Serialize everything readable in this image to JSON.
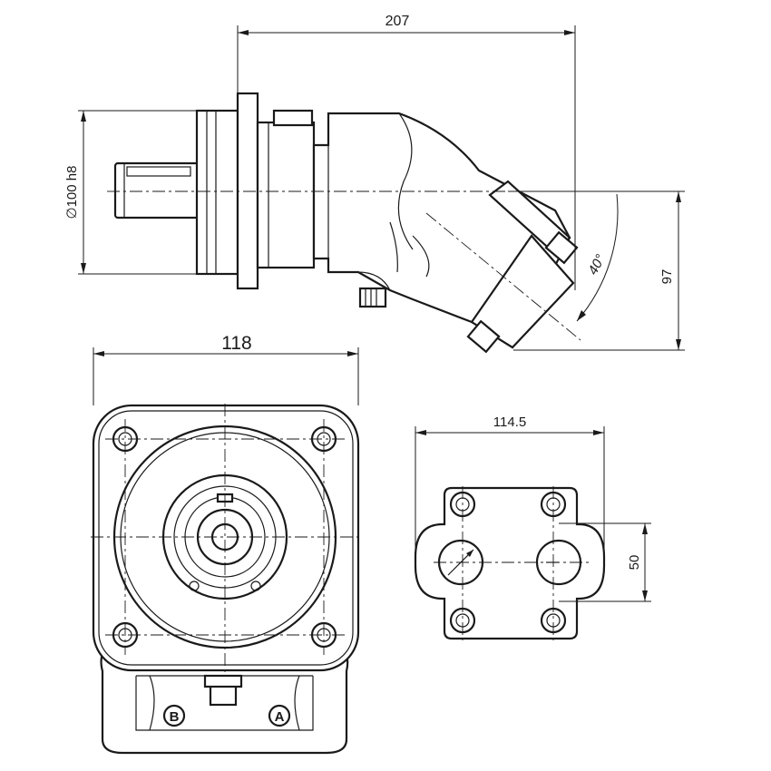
{
  "dimensions": {
    "overall_length": "207",
    "flange_diameter": "∅100 h8",
    "angle": "40°",
    "height": "97",
    "front_width": "118",
    "port_plate_width": "114.5",
    "port_spacing": "50"
  },
  "ports": {
    "port_b": "B",
    "port_a": "A"
  }
}
